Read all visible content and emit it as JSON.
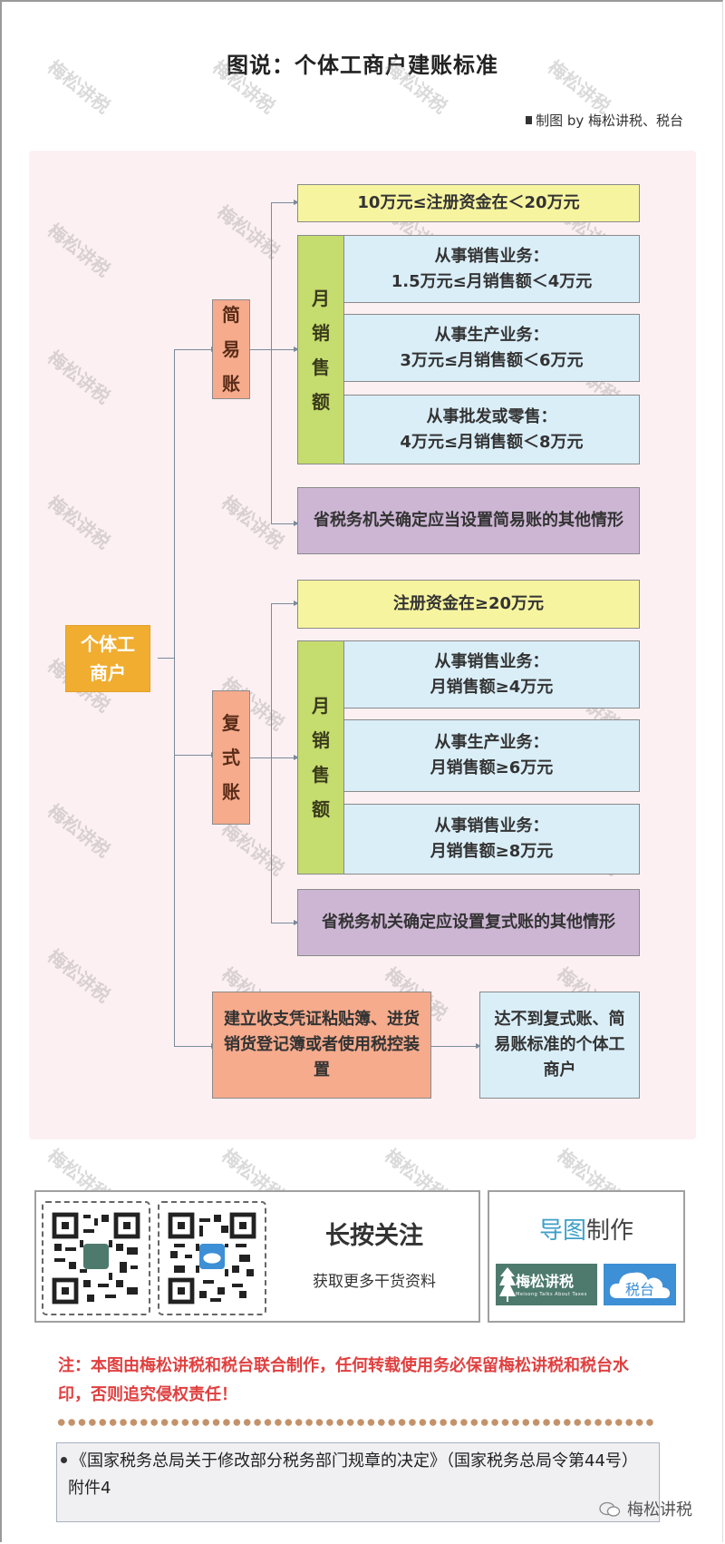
{
  "header": {
    "title": "图说：个体工商户建账标准",
    "credit": "制图 by 梅松讲税、税台"
  },
  "root": {
    "label_line1": "个体工",
    "label_line2": "商户"
  },
  "simple_account": {
    "label_chars": [
      "简",
      "易",
      "账"
    ],
    "capital": "10万元≤注册资金在＜20万元",
    "monthly_sales_label": [
      "月",
      "销",
      "售",
      "额"
    ],
    "conditions": [
      {
        "line1": "从事销售业务：",
        "line2": "1.5万元≤月销售额＜4万元"
      },
      {
        "line1": "从事生产业务：",
        "line2": "3万元≤月销售额＜6万元"
      },
      {
        "line1": "从事批发或零售：",
        "line2": "4万元≤月销售额＜8万元"
      }
    ],
    "other": "省税务机关确定应当设置简易账的其他情形"
  },
  "double_entry_account": {
    "label_chars": [
      "复",
      "式",
      "账"
    ],
    "capital": "注册资金在≥20万元",
    "monthly_sales_label": [
      "月",
      "销",
      "售",
      "额"
    ],
    "conditions": [
      {
        "line1": "从事销售业务：",
        "line2": "月销售额≥4万元"
      },
      {
        "line1": "从事生产业务：",
        "line2": "月销售额≥6万元"
      },
      {
        "line1": "从事销售业务：",
        "line2": "月销售额≥8万元"
      }
    ],
    "other": "省税务机关确定应设置复式账的其他情形"
  },
  "other_branch": {
    "requirement": "建立收支凭证粘贴簿、进货销货登记簿或者使用税控装置",
    "target": "达不到复式账、简易账标准的个体工商户"
  },
  "follow": {
    "title": "长按关注",
    "subtitle": "获取更多干货资料",
    "qr_codes": [
      "meisong-qr-code",
      "shuitai-qr-code"
    ]
  },
  "made_by": {
    "title_part1": "导图",
    "title_part2": "制作",
    "logo1": "梅松讲税",
    "logo1_sub": "Meisong Talks About Taxes",
    "logo2": "税台"
  },
  "note": "注：本图由梅松讲税和税台联合制作，任何转载使用务必保留梅松讲税和税台水印，否则追究侵权责任！",
  "reference": "《国家税务总局关于修改部分税务部门规章的决定》（国家税务总局令第44号）附件4",
  "footer_brand": "梅松讲税",
  "watermark": "梅松讲税",
  "colors": {
    "root": "#f0ad30",
    "category": "#f6ab8d",
    "capital": "#f7f4a0",
    "monthly": "#c5dc6e",
    "condition": "#daeef8",
    "other": "#cdb6d4",
    "note": "#e04040",
    "panel": "#fcf0f2"
  }
}
